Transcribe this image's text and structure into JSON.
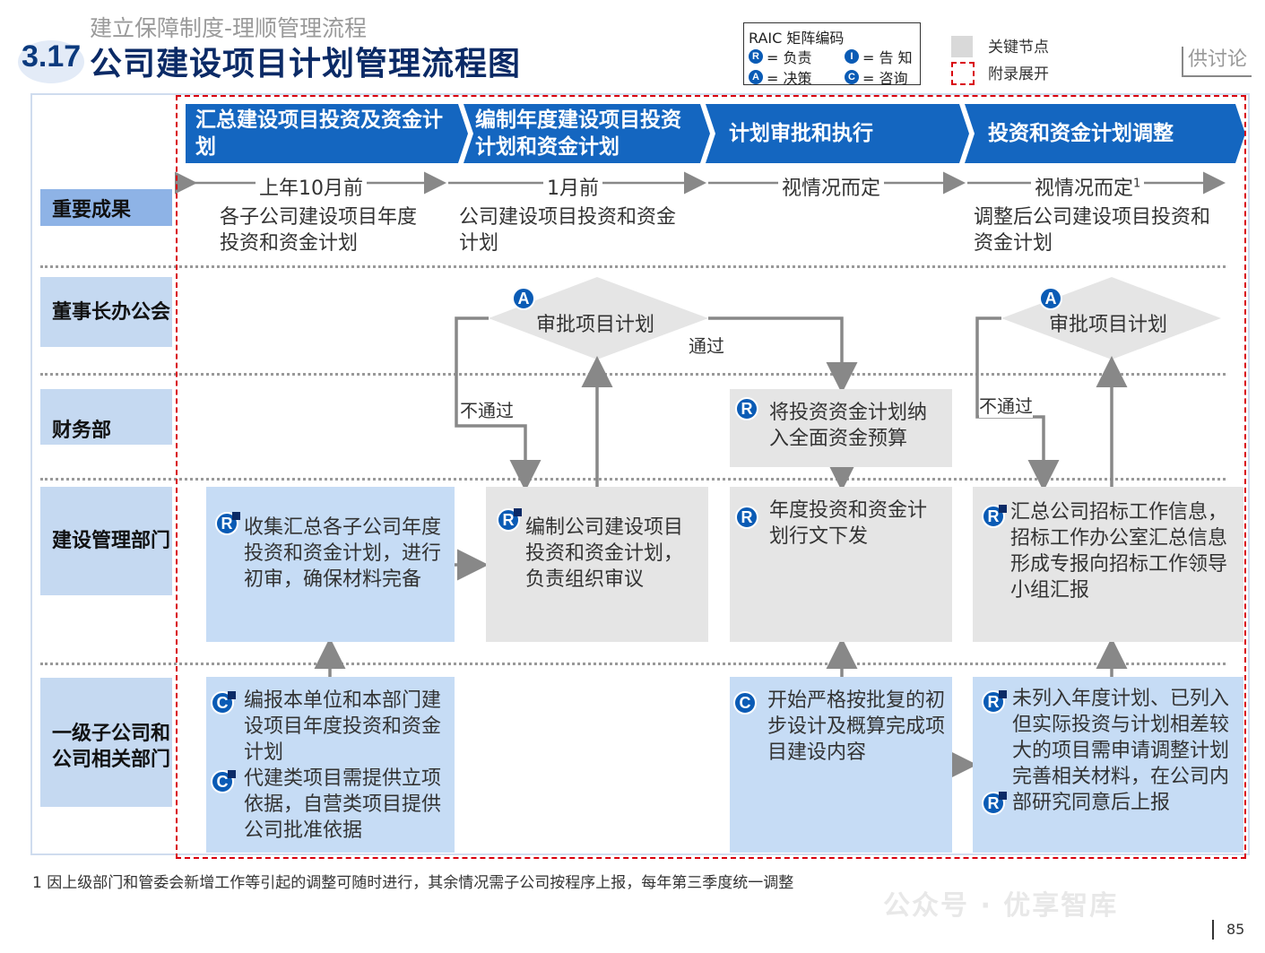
{
  "header": {
    "subtitle": "建立保障制度-理顺管理流程",
    "number": "3.17",
    "title": "公司建设项目计划管理流程图"
  },
  "legend": {
    "title": "RAIC 矩阵编码",
    "r_label": "= 负责",
    "i_label": "= 告  知",
    "a_label": "= 决策",
    "c_label": "= 咨询",
    "key_node": "关键节点",
    "appendix": "附录展开",
    "tag": "供讨论"
  },
  "phases": [
    {
      "label": "汇总建设项目投资及资金计划",
      "timing": "上年10月前",
      "result": "各子公司建设项目年度投资和资金计划"
    },
    {
      "label": "编制年度建设项目投资计划和资金计划",
      "timing": "1月前",
      "result": "公司建设项目投资和资金计划"
    },
    {
      "label": "计划审批和执行",
      "timing": "视情况而定",
      "result": ""
    },
    {
      "label": "投资和资金计划调整",
      "timing": "视情况而定",
      "timing_sup": "1",
      "result": "调整后公司建设项目投资和资金计划"
    }
  ],
  "lanes": [
    "重要成果",
    "董事长办公会",
    "财务部",
    "建设管理部门",
    "一级子公司和公司相关部门"
  ],
  "nodes": {
    "approve1": {
      "tag": "A",
      "text": "审批项目计划"
    },
    "approve2": {
      "tag": "A",
      "text": "审批项目计划"
    },
    "finance": {
      "tag": "R",
      "text": "将投资资金计划纳入全面资金预算"
    },
    "collect": {
      "tag": "R",
      "text": "收集汇总各子公司年度投资和资金计划，进行初审，确保材料完备"
    },
    "compile": {
      "tag": "R",
      "text": "编制公司建设项目投资和资金计划，负责组织审议"
    },
    "issue": {
      "tag": "R",
      "text": "年度投资和资金计划行文下发"
    },
    "summary": {
      "tag": "R",
      "text": "汇总公司招标工作信息，招标工作办公室汇总信息形成专报向招标工作领导小组汇报"
    },
    "sub_report": {
      "tag": "C",
      "text": "编报本单位和本部门建设项目年度投资和资金计划"
    },
    "sub_basis": {
      "tag": "C",
      "text": "代建类项目需提供立项依据，自营类项目提供公司批准依据"
    },
    "sub_start": {
      "tag": "C",
      "text": "开始严格按批复的初步设计及概算完成项目建设内容"
    },
    "sub_apply": {
      "tag": "R",
      "text": "未列入年度计划、已列入但实际投资与计划相差较大的项目需申请调整计划"
    },
    "sub_perfect": {
      "tag": "R",
      "text": "完善相关材料，在公司内部研究同意后上报"
    }
  },
  "labels": {
    "pass": "通过",
    "fail1": "不通过",
    "fail2": "不通过"
  },
  "footnote": "1 因上级部门和管委会新增工作等引起的调整可随时进行，其余情况需子公司按程序上报，每年第三季度统一调整",
  "watermark": "公众号 · 优享智库",
  "page_number": "85"
}
